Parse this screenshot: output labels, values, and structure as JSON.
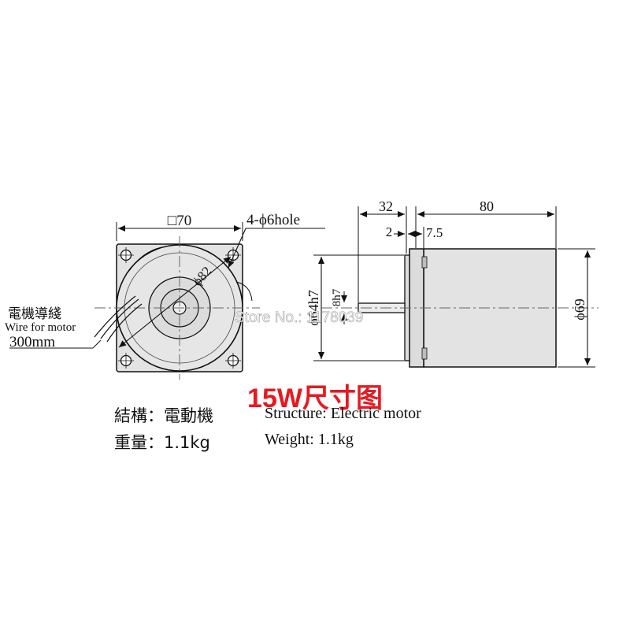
{
  "front_view": {
    "width_label": "□70",
    "holes_label": "4-ϕ6hole",
    "diameter_label": "ϕ82",
    "wire_cn": "電機導綫",
    "wire_en": "Wire for motor",
    "wire_length": "300mm"
  },
  "side_view": {
    "shaft_length": "32",
    "body_length": "80",
    "flange_offset": "2",
    "flange_thickness": "7.5",
    "pilot_diameter": "ϕ64h7",
    "shaft_diameter": "8h7",
    "body_diameter": "ϕ69"
  },
  "watermark": "Store No.: 1178039",
  "title": "15W尺寸图",
  "specs": {
    "structure_cn": "結構：電動機",
    "weight_cn": "重量：1.1kg",
    "structure_en": "Structure:  Electric motor",
    "weight_en": "Weight:  1.1kg"
  },
  "colors": {
    "line": "#111111",
    "body_fill": "#e3e3e3",
    "title": "#e8191f",
    "watermark": "#ffffff"
  }
}
